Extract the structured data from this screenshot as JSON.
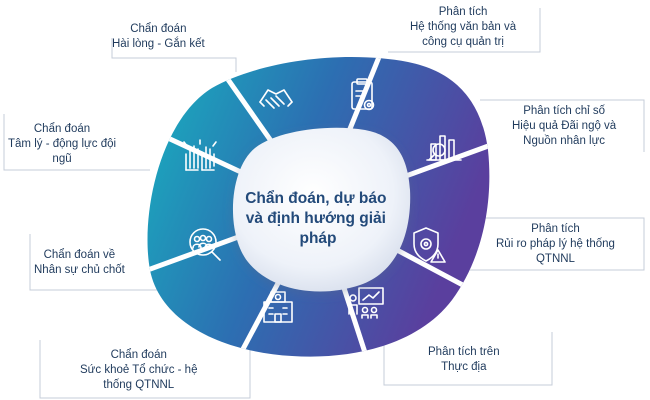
{
  "diagram": {
    "center_lines": [
      "Chẩn đoán, dự báo",
      "và định hướng giải",
      "pháp"
    ],
    "segments": [
      {
        "id": "hai-long",
        "icon": "handshake-icon",
        "color": "#1f8fb4",
        "lines": [
          "Chẩn đoán",
          "Hài lòng - Gắn kết"
        ]
      },
      {
        "id": "van-ban",
        "icon": "clipboard-gear-icon",
        "color": "#3b64a8",
        "lines": [
          "Phân tích",
          "Hệ thống văn bản và",
          "công cụ quản trị"
        ]
      },
      {
        "id": "dai-ngo",
        "icon": "bar-chart-magnifier-icon",
        "color": "#4a4f9e",
        "lines": [
          "Phân tích chỉ số",
          "Hiệu quả Đãi ngộ và",
          "Nguồn nhân lực"
        ]
      },
      {
        "id": "rui-ro",
        "icon": "shield-gear-warning-icon",
        "color": "#5a46a0",
        "lines": [
          "Phân tích",
          "Rủi ro pháp lý hệ thống",
          "QTNNL"
        ]
      },
      {
        "id": "thuc-dia",
        "icon": "presentation-team-icon",
        "color": "#4a52a8",
        "lines": [
          "Phân tích trên",
          "Thực địa"
        ]
      },
      {
        "id": "to-chuc",
        "icon": "office-building-icon",
        "color": "#2f86bd",
        "lines": [
          "Chẩn đoán",
          "Sức khoẻ Tổ chức - hệ",
          "thống QTNNL"
        ]
      },
      {
        "id": "chu-chot",
        "icon": "people-magnifier-icon",
        "color": "#1a9fc0",
        "lines": [
          "Chẩn đoán về",
          "Nhân sự chủ chốt"
        ]
      },
      {
        "id": "tam-ly",
        "icon": "raised-hands-icon",
        "color": "#16a9bd",
        "lines": [
          "Chẩn đoán",
          "Tâm lý - động lực đội",
          "ngũ"
        ]
      }
    ]
  }
}
